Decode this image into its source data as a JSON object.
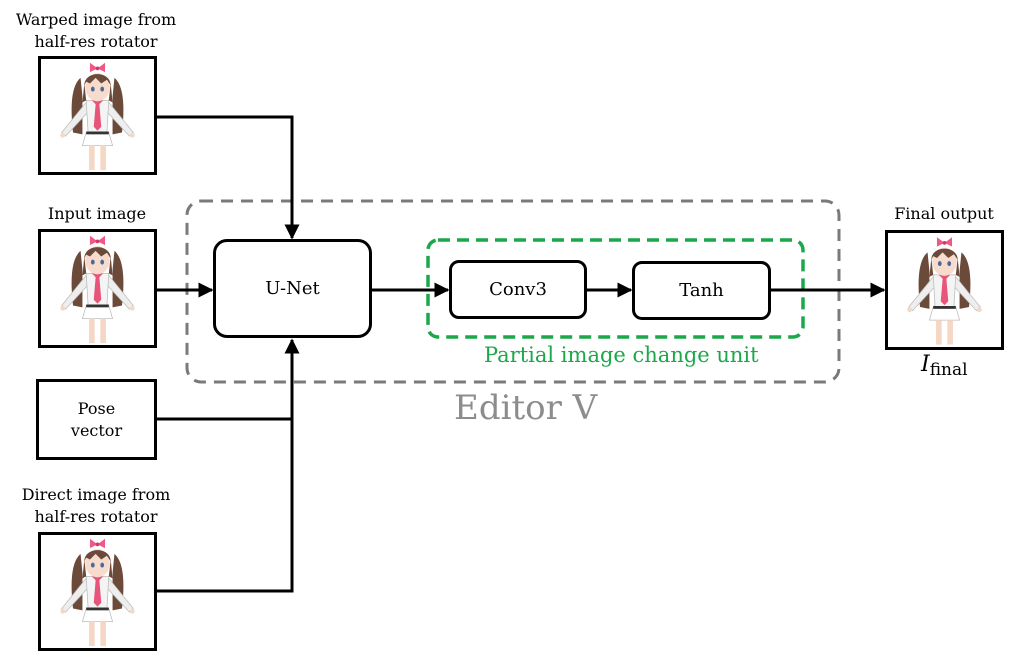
{
  "inputs": {
    "warped": {
      "label_line1": "Warped image from",
      "label_line2": "half-res rotator"
    },
    "input": {
      "label": "Input image"
    },
    "pose": {
      "line1": "Pose",
      "line2": "vector"
    },
    "direct": {
      "label_line1": "Direct image from",
      "label_line2": "half-res rotator"
    }
  },
  "modules": {
    "unet": "U-Net",
    "conv3": "Conv3",
    "tanh": "Tanh"
  },
  "groups": {
    "editor": "Editor V",
    "partial": "Partial image change unit"
  },
  "output": {
    "label": "Final output",
    "symbol_main": "I",
    "symbol_sub": "final"
  },
  "colors": {
    "editor_border": "#7a7a7a",
    "partial_border": "#1ca84a",
    "line": "#000000"
  }
}
